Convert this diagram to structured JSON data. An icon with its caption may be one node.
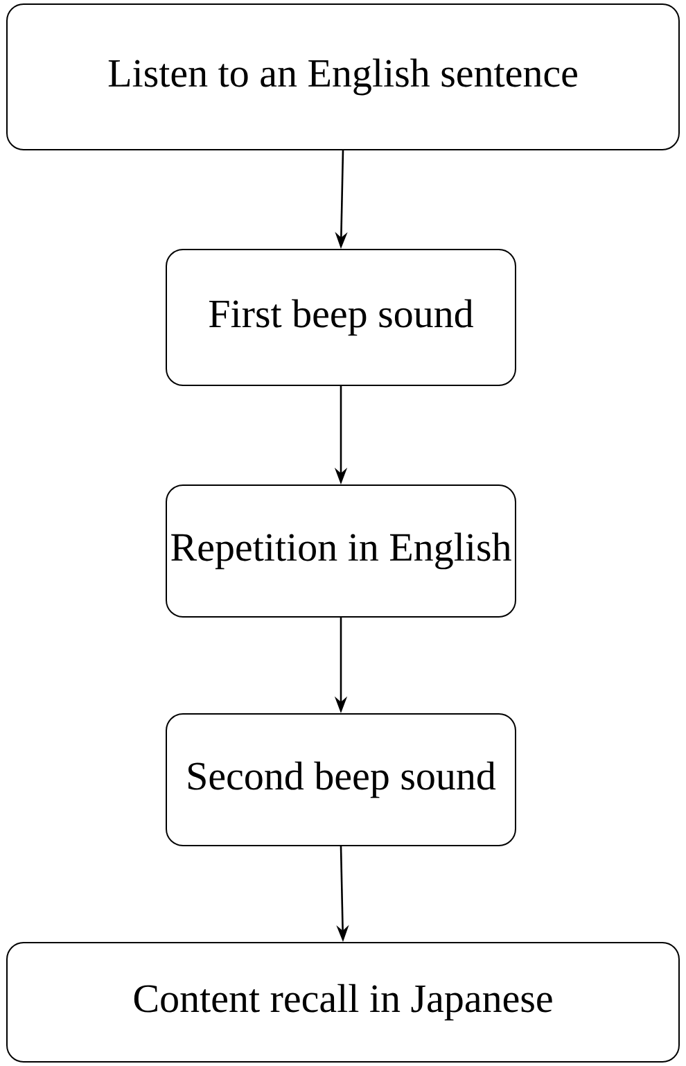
{
  "diagram": {
    "nodes": [
      {
        "text": [
          "Listen to an English sentence"
        ]
      },
      {
        "text": [
          "First beep sound"
        ]
      },
      {
        "text": [
          "Repetition in English"
        ]
      },
      {
        "text": [
          "Second beep sound"
        ]
      },
      {
        "text": [
          "Content recall in Japanese"
        ]
      }
    ],
    "edges": [
      {
        "from": 0,
        "to": 1,
        "arrow": "to"
      },
      {
        "from": 1,
        "to": 2,
        "arrow": "to"
      },
      {
        "from": 2,
        "to": 3,
        "arrow": "to"
      },
      {
        "from": 3,
        "to": 4,
        "arrow": "to"
      }
    ]
  }
}
